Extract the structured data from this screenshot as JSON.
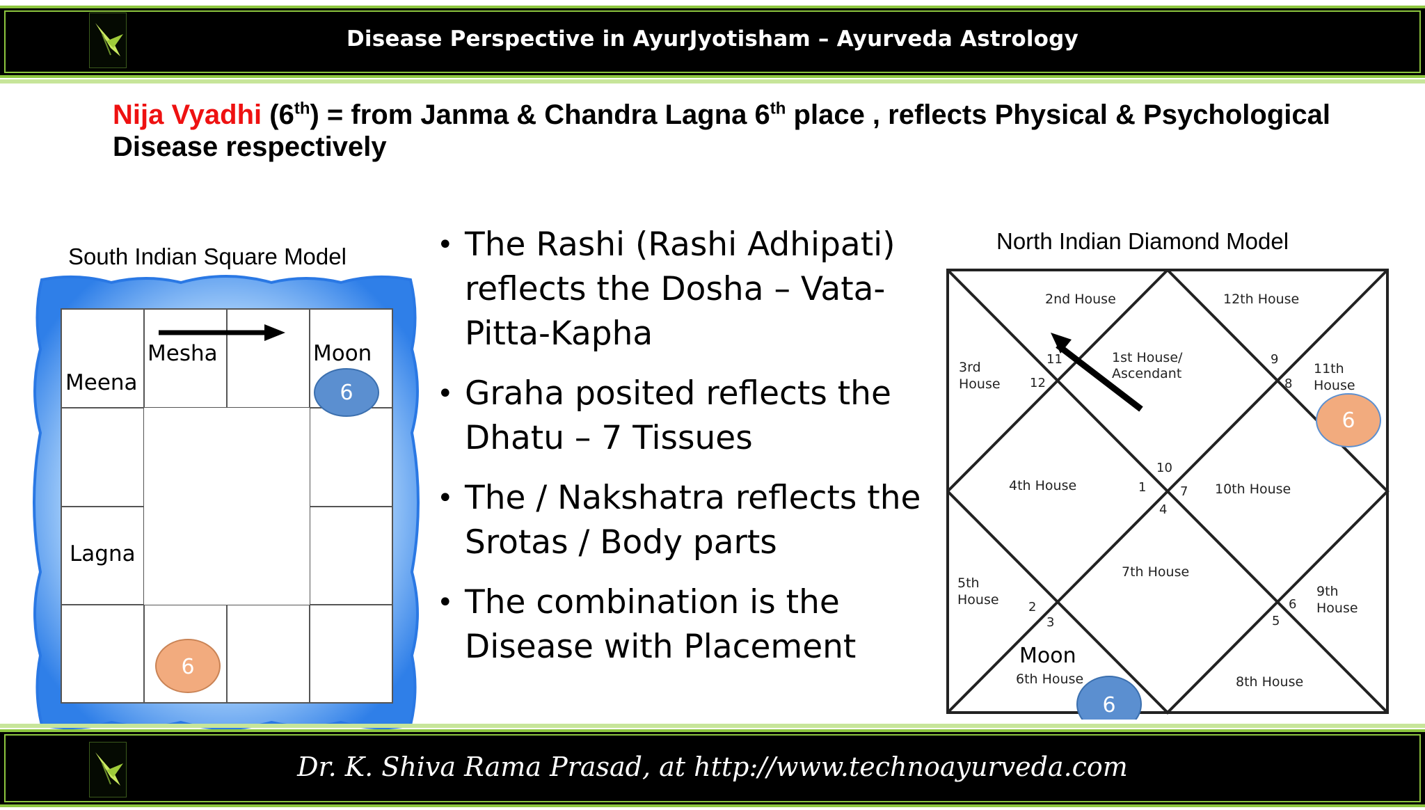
{
  "header": {
    "title": "Disease Perspective in AyurJyotisham – Ayurveda Astrology"
  },
  "footer": {
    "text": "Dr. K. Shiva Rama Prasad, at http://www.technoayurveda.com"
  },
  "headline": {
    "red_part": "Nija Vyadhi",
    "part1": " (6",
    "sup1": "th",
    "part2": ") = from Janma & Chandra Lagna 6",
    "sup2": "th",
    "part3": " place , reflects Physical & Psychological Disease respectively"
  },
  "south_chart": {
    "caption": "South Indian Square Model",
    "labels": {
      "meena": "Meena",
      "mesha": "Mesha",
      "moon": "Moon",
      "lagna": "Lagna"
    },
    "circle_blue": "6",
    "circle_orange": "6"
  },
  "bullets": [
    "The Rashi (Rashi Adhipati) reflects the Dosha – Vata-Pitta-Kapha",
    "Graha posited reflects the Dhatu – 7 Tissues",
    "The / Nakshatra reflects the Srotas / Body parts",
    "The combination is the Disease with Placement"
  ],
  "north_chart": {
    "caption": "North Indian Diamond Model",
    "houses": {
      "h1a": "1st House/",
      "h1b": "Ascendant",
      "h2": "2nd House",
      "h3a": "3rd",
      "h3b": "House",
      "h4": "4th House",
      "h5a": "5th",
      "h5b": "House",
      "h6": "6th House",
      "h7": "7th House",
      "h8": "8th House",
      "h9a": "9th",
      "h9b": "House",
      "h10": "10th House",
      "h11a": "11th",
      "h11b": "House",
      "h12": "12th House"
    },
    "numbers": {
      "n1": "1",
      "n2": "2",
      "n3": "3",
      "n4": "4",
      "n5": "5",
      "n6": "6",
      "n7": "7",
      "n8": "8",
      "n9": "9",
      "n10": "10",
      "n11": "11",
      "n12": "12"
    },
    "moon": "Moon",
    "circle_orange": "6",
    "circle_blue": "6"
  },
  "colors": {
    "accent_green": "#8dc63f",
    "circle_blue": "#5b8fd0",
    "circle_orange": "#f2ab7e",
    "headline_red": "#ee1111"
  }
}
